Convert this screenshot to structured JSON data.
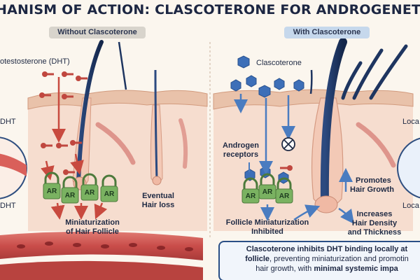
{
  "title": "HANISM OF ACTION: CLASCOTERONE FOR ANDROGENETIC ALO",
  "panels": {
    "left_header": "Without Clascoterone",
    "right_header": "With Clascoterone"
  },
  "labels": {
    "dht": "otestosterone (DHT)",
    "edge_dht_1": "DHT",
    "edge_dht_2": "DHT",
    "miniaturization_l1": "Miniaturization",
    "miniaturization_l2": "of Hair Follicle",
    "hair_loss_l1": "Eventual",
    "hair_loss_l2": "Hair loss",
    "clascoterone": "Clascoterone",
    "androgen_l1": "Androgen",
    "androgen_l2": "receptors",
    "inhibited_l1": "Follicle Miniaturization",
    "inhibited_l2": "Inhibited",
    "promotes_l1": "Promotes",
    "promotes_l2": "Hair Growth",
    "increases_l1": "Increases",
    "increases_l2": "Hair Density",
    "increases_l3": "and Thickness",
    "edge_local_1": "Loca",
    "edge_local_2": "Loca",
    "receptor": "AR"
  },
  "summary": {
    "part1": "Clascoterone inhibits DHT binding locally at",
    "part2": "follicle",
    "part3": ", preventing miniaturization and promotin",
    "part4": "hair growth, with ",
    "part5": "minimal systemic impa"
  },
  "colors": {
    "title": "#1c2642",
    "skin_top": "#e9c2aa",
    "dermis": "#f6ddcf",
    "hair": "#1e3560",
    "dht_key": "#c0473f",
    "receptor_lock": "#6aa256",
    "clascoterone_hex": "#3d6fb8",
    "arrow_red": "#c84a3f",
    "arrow_blue": "#4a7cc0",
    "vessel": "#c94d4a"
  }
}
